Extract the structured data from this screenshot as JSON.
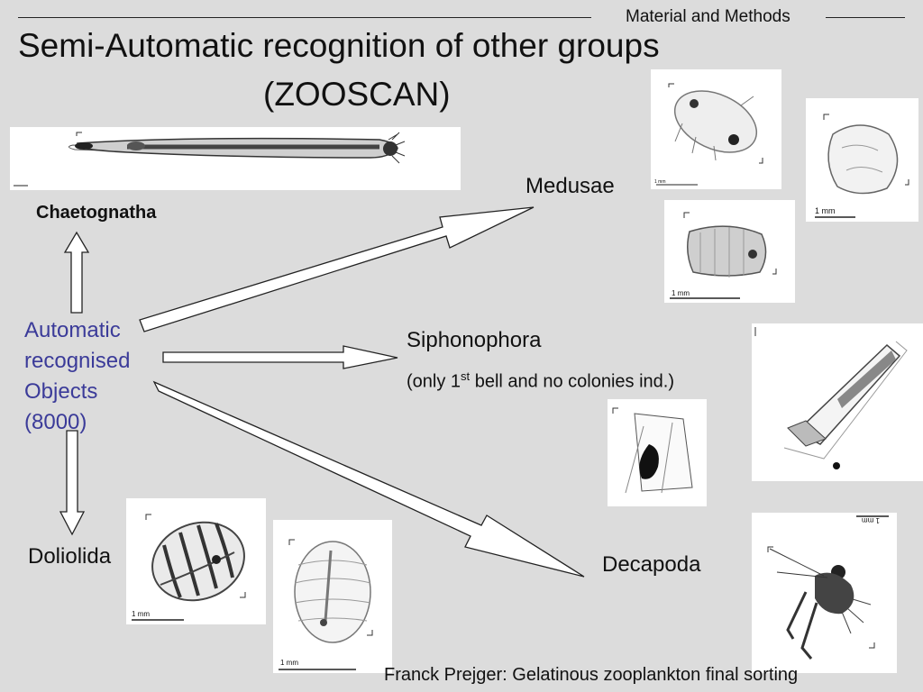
{
  "header": {
    "section": "Material and Methods",
    "title_line1": "Semi-Automatic recognition of other groups",
    "title_line2": "(ZOOSCAN)"
  },
  "source_node": {
    "line1": "Automatic",
    "line2": "recognised",
    "line3": "Objects",
    "line4": "(8000)"
  },
  "groups": {
    "chaetognatha": "Chaetognatha",
    "medusae": "Medusae",
    "siphonophora": "Siphonophora",
    "siphonophora_note_pre": "(only 1",
    "siphonophora_note_sup": "st",
    "siphonophora_note_post": " bell and no colonies ind.)",
    "doliolida": "Doliolida",
    "decapoda": "Decapoda"
  },
  "scale_labels": {
    "one_mm": "1 mm"
  },
  "footer": {
    "credit": "Franck Prejger: Gelatinous zooplankton final sorting"
  },
  "colors": {
    "background": "#dcdcdc",
    "source_text": "#3b3b99",
    "arrow_fill": "#ffffff",
    "arrow_stroke": "#222222"
  }
}
